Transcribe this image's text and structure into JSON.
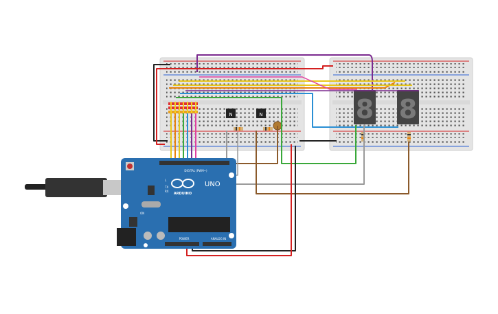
{
  "arduino": {
    "logo_text": "ARDUINO",
    "model": "UNO",
    "digital_label": "DIGITAL (PWM~)",
    "power_label": "POWER",
    "analog_label": "ANALOG IN",
    "on_label": "ON",
    "tx_label": "TX",
    "rx_label": "RX",
    "l_label": "L"
  },
  "transistors": [
    {
      "label": "N"
    },
    {
      "label": "N"
    }
  ],
  "displays": [
    {
      "digit": "8"
    },
    {
      "digit": "8"
    }
  ],
  "colors": {
    "board_blue": "#2a6fb0",
    "breadboard": "#e6e6e6",
    "wire_red": "#d42020",
    "wire_black": "#222222",
    "wire_purple": "#7b2a8f",
    "wire_orange": "#e8820c",
    "wire_yellow": "#e8c71a",
    "wire_green": "#3aa83a",
    "wire_blue": "#2a8fd4",
    "wire_brown": "#8b5a2b",
    "wire_gray": "#9a9a9a",
    "wire_pink": "#e040a0",
    "seg_dark": "#3a3a3a"
  }
}
